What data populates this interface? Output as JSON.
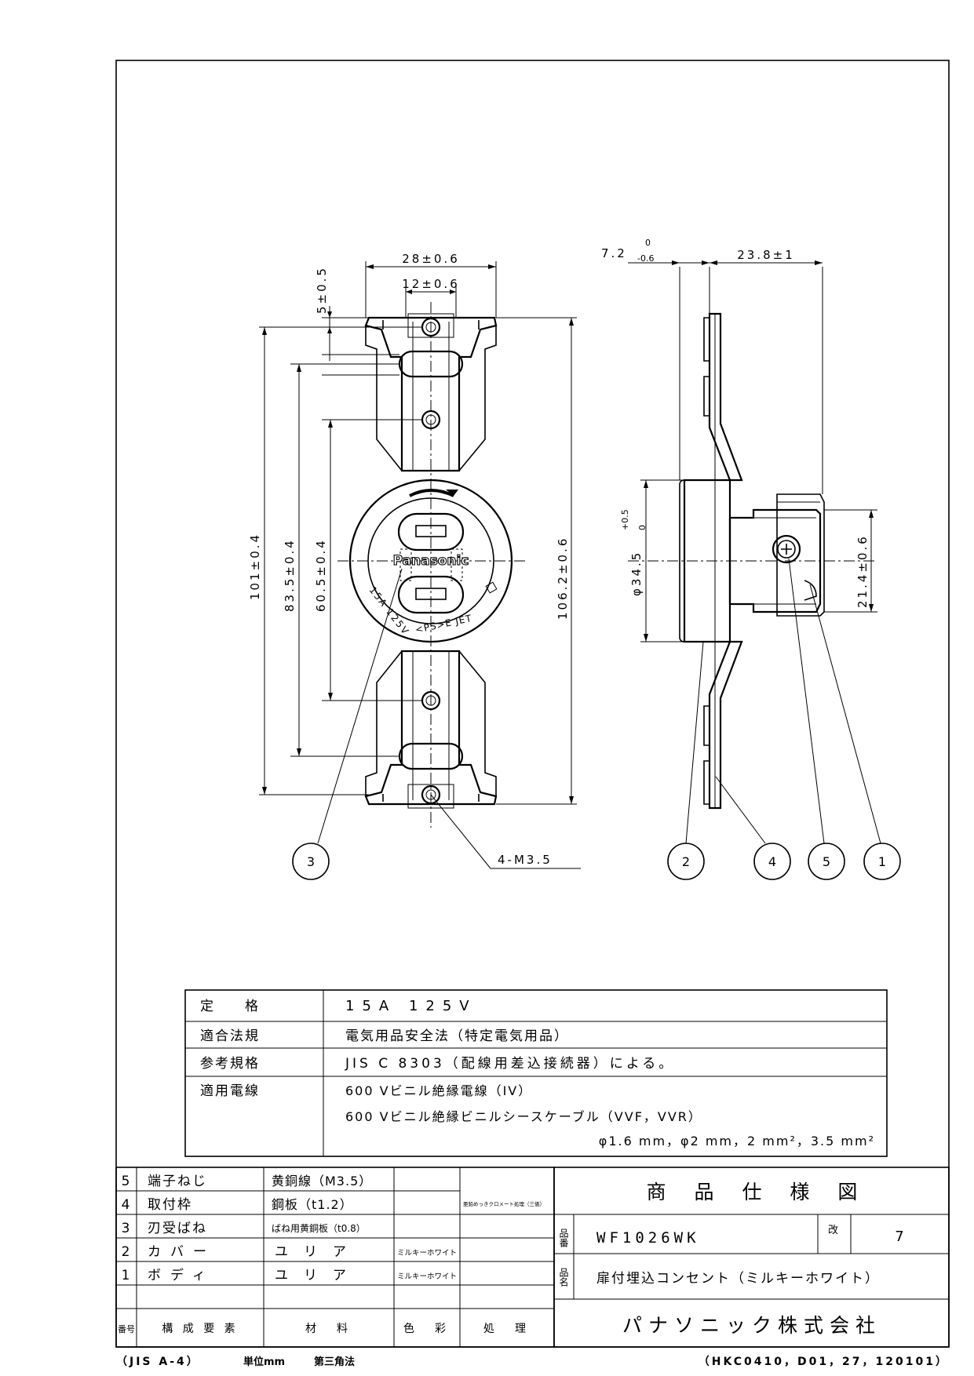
{
  "dimensions": {
    "front_width": "28±0.6",
    "front_inner_width": "12±0.6",
    "front_top_offset": "5±0.5",
    "front_total_height": "101±0.4",
    "front_slot_pitch": "83.5±0.4",
    "front_hole_pitch": "60.5±0.4",
    "front_overall_height": "106.2±0.6",
    "side_depth_base": "7.2",
    "side_depth_upper": "0",
    "side_depth_lower": "-0.6",
    "side_depth_total": "23.8±1",
    "side_diameter_base": "φ34.5",
    "side_diameter_upper": "+0.5",
    "side_diameter_lower": "0",
    "side_terminal_height": "21.4±0.6",
    "screw_label": "4-M3.5"
  },
  "face_marks": {
    "brand": "Panasonic",
    "rating": "15A 125V",
    "ps_mark": "<PS>E JET"
  },
  "callouts": [
    "3",
    "2",
    "4",
    "5",
    "1"
  ],
  "spec_table": {
    "rows": [
      {
        "label": "定　　格",
        "lines": [
          "15A 125V"
        ]
      },
      {
        "label": "適合法規",
        "lines": [
          "電気用品安全法（特定電気用品）"
        ]
      },
      {
        "label": "参考規格",
        "lines": [
          "JIS C 8303（配線用差込接続器）による。"
        ]
      },
      {
        "label": "適用電線",
        "lines": [
          "600 Vビニル絶縁電線（IV）",
          "600 Vビニル絶縁ビニルシースケーブル（VVF，VVR）",
          "φ1.6 mm，φ2 mm，2 mm²，3.5 mm²"
        ]
      }
    ]
  },
  "parts_table": {
    "header": {
      "no": "番号",
      "component": "構 成 要 素",
      "material": "材　料",
      "color": "色　彩",
      "finish": "処　理"
    },
    "rows": [
      {
        "no": "5",
        "component": "端子ねじ",
        "material": "黄銅線（M3.5）",
        "color": "",
        "finish": ""
      },
      {
        "no": "4",
        "component": "取付枠",
        "material": "鋼板（t1.2）",
        "color": "",
        "finish": "亜鉛めっきクロメート処理（三価）"
      },
      {
        "no": "3",
        "component": "刃受ばね",
        "material": "ばね用黄銅板（t0.8）",
        "color": "",
        "finish": ""
      },
      {
        "no": "2",
        "component": "カバー",
        "material": "ユリア",
        "color": "ミルキーホワイト",
        "finish": ""
      },
      {
        "no": "1",
        "component": "ボディ",
        "material": "ユリア",
        "color": "ミルキーホワイト",
        "finish": ""
      }
    ]
  },
  "title_block": {
    "title": "商 品 仕 様 図",
    "part_no_label": "品番",
    "part_no": "WF1026WK",
    "revision_label": "改",
    "revision": "7",
    "name_label": "品名",
    "name": "扉付埋込コンセント（ミルキーホワイト）",
    "company": "パナソニック株式会社"
  },
  "footer": {
    "paper": "（JIS A-4）",
    "unit": "単位mm",
    "projection": "第三角法",
    "doc_code": "（HKC0410，D01，27，120101）"
  }
}
